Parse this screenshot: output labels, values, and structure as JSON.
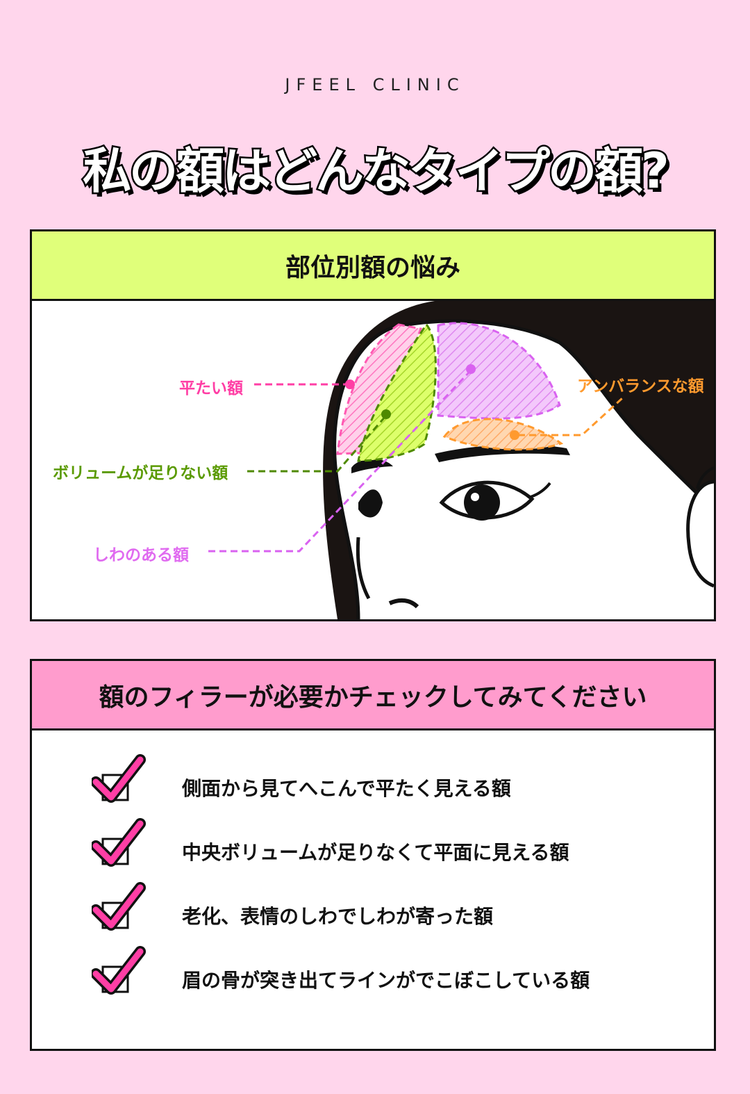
{
  "brand": "JFEEL CLINIC",
  "title": "私の額はどんなタイプの額?",
  "section1": {
    "heading": "部位別額の悩み",
    "labels": {
      "flat": "平たい額",
      "volume": "ボリュームが足りない額",
      "wrinkle": "しわのある額",
      "unbalanced": "アンバランスな額"
    },
    "colors": {
      "flat": "#ff3ea5",
      "volume": "#5a9a00",
      "wrinkle": "#e06bf0",
      "unbalanced": "#ff9a2e"
    }
  },
  "section2": {
    "heading": "額のフィラーが必要かチェックしてみてください",
    "items": [
      "側面から見てへこんで平たく見える額",
      "中央ボリュームが足りなくて平面に見える額",
      "老化、表情のしわでしわが寄った額",
      "眉の骨が突き出てラインがでこぼこしている額"
    ],
    "check_icon": "check-mark-icon"
  }
}
